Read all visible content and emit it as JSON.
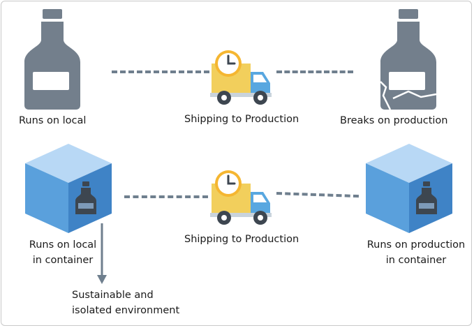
{
  "colors": {
    "bottle": "#737f8c",
    "bottle_label": "#ffffff",
    "truck_cargo": "#f2cf5c",
    "truck_cab": "#58a7e0",
    "clock": "#f5b631",
    "cube_top": "#b8d8f5",
    "cube_left": "#5aa0dc",
    "cube_right": "#3f83c6",
    "dash": "#6f7f8e"
  },
  "top_row": {
    "left_label": "Runs on local",
    "center_label": "Shipping to Production",
    "right_label": "Breaks on production",
    "left_icon": "bottle-icon",
    "center_icon": "delivery-truck-icon",
    "right_icon": "broken-bottle-icon"
  },
  "bottom_row": {
    "left_label_line1": "Runs on local",
    "left_label_line2": "in container",
    "center_label": "Shipping to Production",
    "right_label_line1": "Runs on production",
    "right_label_line2": "in container",
    "left_icon": "container-cube-icon",
    "center_icon": "delivery-truck-icon",
    "right_icon": "container-cube-icon"
  },
  "annotation": {
    "line1": "Sustainable and",
    "line2": "isolated environment"
  }
}
